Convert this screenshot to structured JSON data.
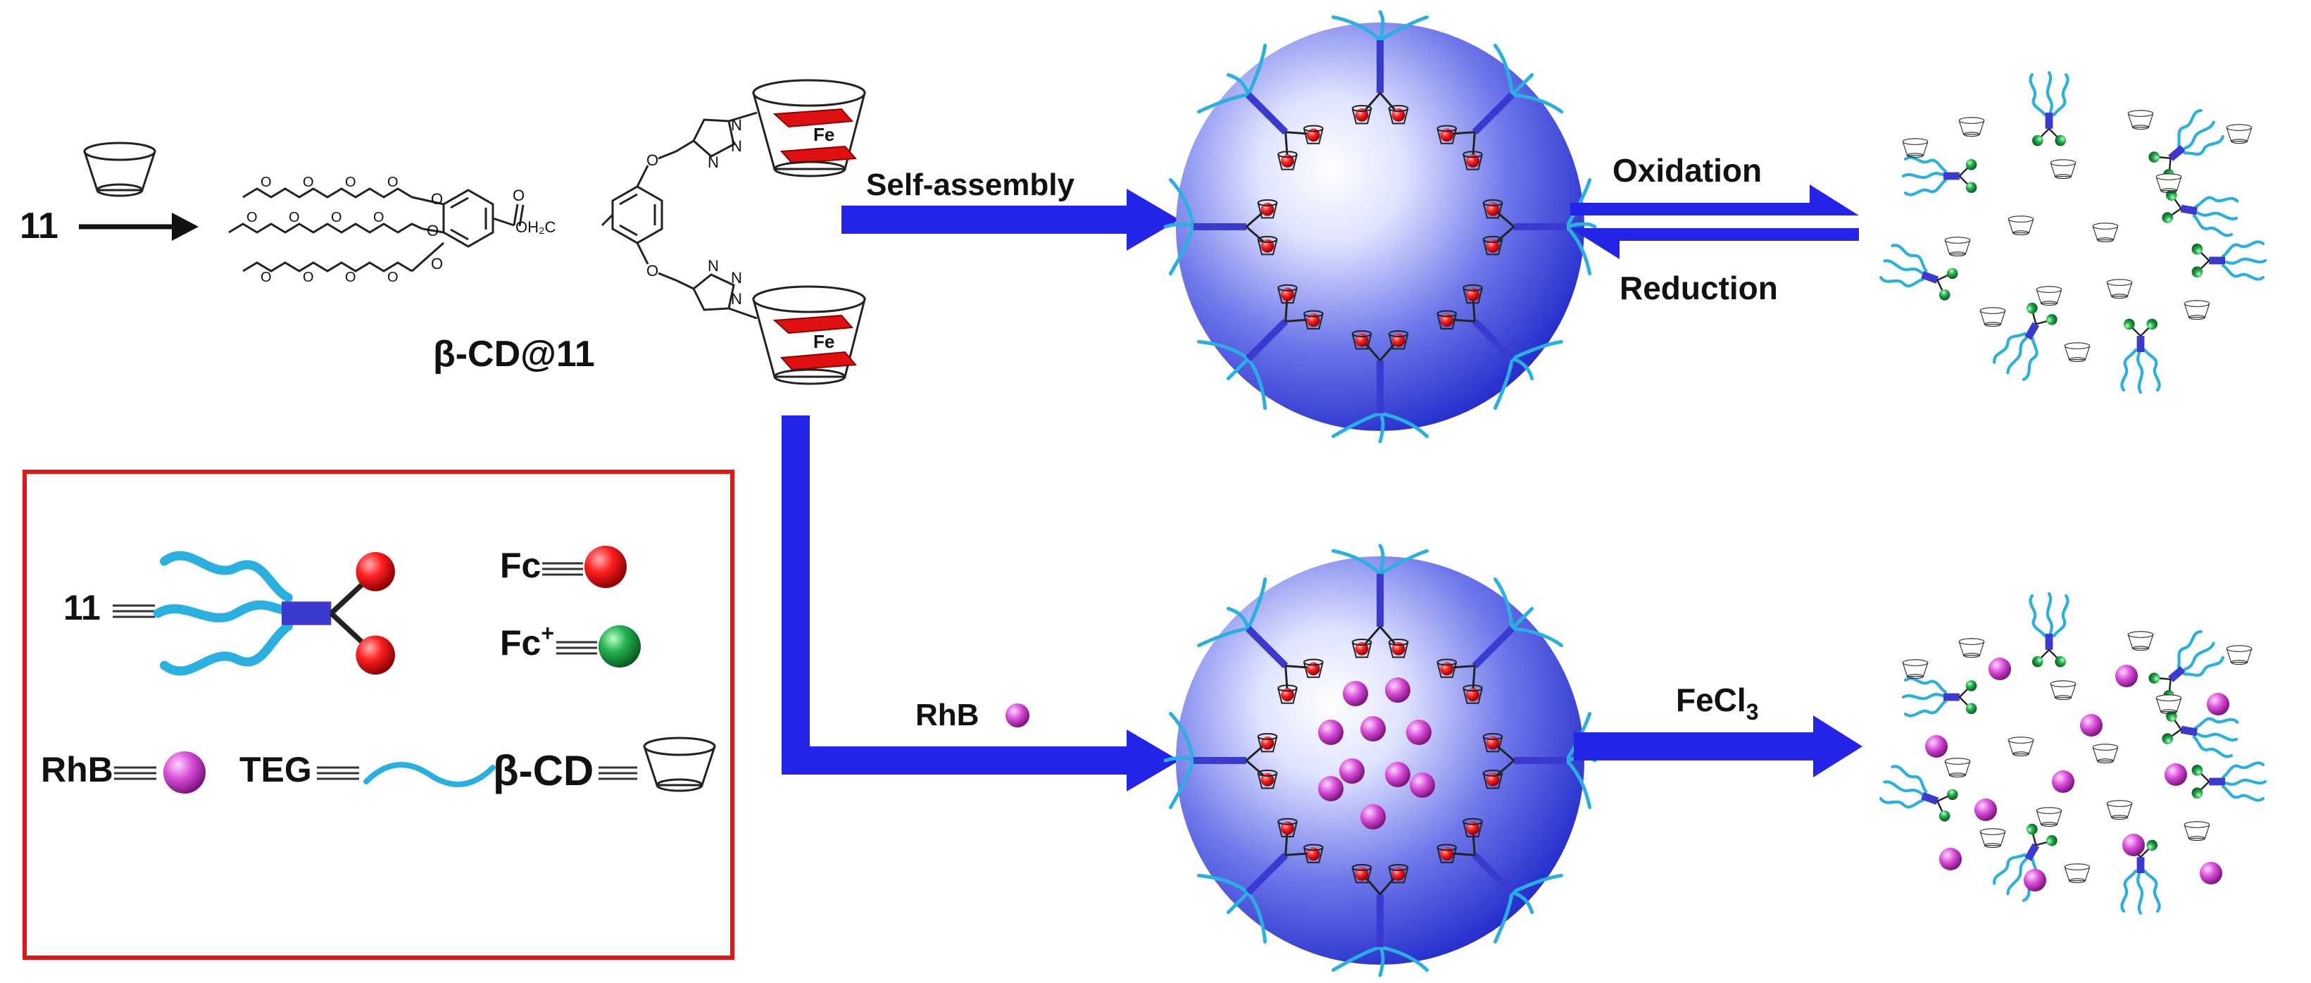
{
  "labels": {
    "reactant_number": "11",
    "host_guest_complex": "β-CD@11",
    "step_self_assembly": "Self-assembly",
    "step_oxidation": "Oxidation",
    "step_reduction": "Reduction",
    "step_rhb": "RhB",
    "step_fecl3_main": "FeCl",
    "step_fecl3_sub": "3"
  },
  "structure_text": {
    "ferrocene_top": "Fe",
    "ferrocene_bottom": "Fe",
    "triazole_n1": "N",
    "triazole_n2": "N",
    "triazole_n3": "N",
    "triazole_n4": "N",
    "triazole_n5": "N",
    "triazole_n6": "N",
    "ester_o_carbonyl": "O",
    "ester_linker": "OH₂C",
    "ether_o1": "O",
    "ether_o2": "O",
    "aryl_o1": "O",
    "aryl_o2": "O",
    "aryl_o3": "O",
    "teg_o": [
      "O",
      "O",
      "O",
      "O",
      "O",
      "O",
      "O",
      "O",
      "O",
      "O",
      "O",
      "O"
    ]
  },
  "legend": {
    "item_11": "11",
    "item_fc": "Fc",
    "item_fcplus_main": "Fc",
    "item_fcplus_sup": "+",
    "item_rhb": "RhB",
    "item_teg": "TEG",
    "item_bcd": "β-CD"
  },
  "colors": {
    "arrow_blue": "#2424e8",
    "teg_cyan": "#2ab0e0",
    "linker_blue": "#3a3ad0",
    "fc_red": "#e01010",
    "fc_plus_green": "#1fa64a",
    "rhb_magenta": "#cc3dcc",
    "legend_border": "#e01818",
    "sphere_dark": "#1a22c8",
    "sphere_light": "#ffffff"
  }
}
